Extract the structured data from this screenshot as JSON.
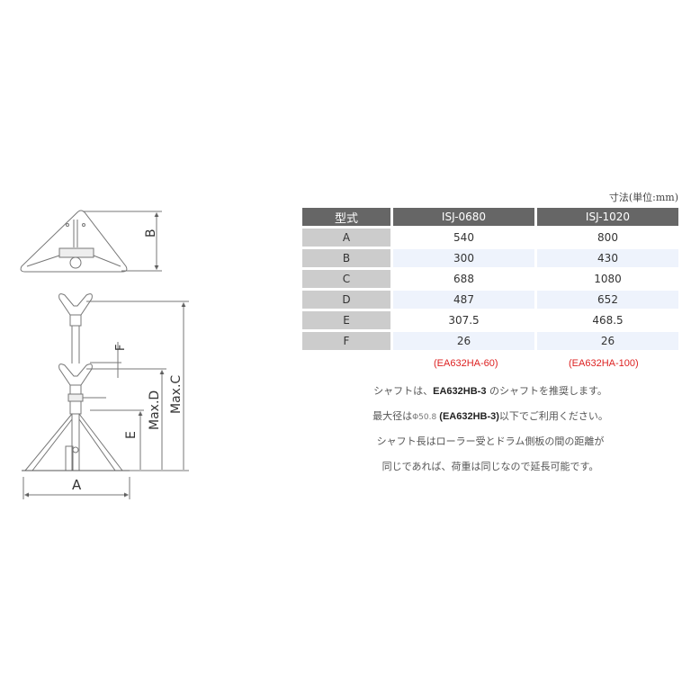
{
  "diagram": {
    "labels": {
      "top_view_depth": "B",
      "width": "A",
      "height_max_c": "Max.C",
      "height_max_d": "Max.D",
      "height_e": "E",
      "gap_f": "F"
    }
  },
  "table": {
    "unit_note": "寸法(単位:mm)",
    "header": {
      "label": "型式",
      "models": [
        "ISJ-0680",
        "ISJ-1020"
      ]
    },
    "rows": [
      {
        "label": "A",
        "values": [
          "540",
          "800"
        ]
      },
      {
        "label": "B",
        "values": [
          "300",
          "430"
        ]
      },
      {
        "label": "C",
        "values": [
          "688",
          "1080"
        ]
      },
      {
        "label": "D",
        "values": [
          "487",
          "652"
        ]
      },
      {
        "label": "E",
        "values": [
          "307.5",
          "468.5"
        ]
      },
      {
        "label": "F",
        "values": [
          "26",
          "26"
        ]
      }
    ],
    "model_codes": [
      "(EA632HA-60)",
      "(EA632HA-100)"
    ]
  },
  "notes": {
    "line1_pre": "シャフトは、",
    "line1_code": "EA632HB-3",
    "line1_post": " のシャフトを推奨します。",
    "line2_pre": "最大径は",
    "line2_dia": "Φ50.8",
    "line2_code": " (EA632HB-3)",
    "line2_post": "以下でご利用ください。",
    "line3": "シャフト長はローラー受とドラム側板の間の距離が",
    "line4": "同じであれば、荷重は同じなので延長可能です。"
  },
  "colors": {
    "header_bg": "#666666",
    "label_bg": "#cccccc",
    "alt_row_bg": "#eef3fc",
    "model_code": "#dd2222"
  }
}
